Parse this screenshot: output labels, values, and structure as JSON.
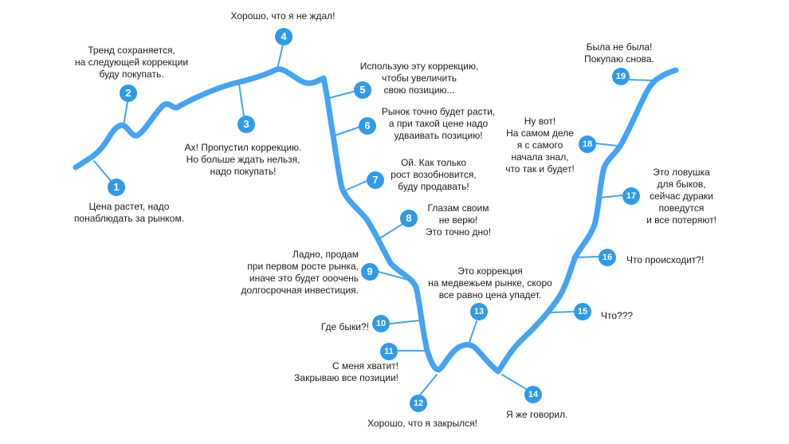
{
  "colors": {
    "curve": "#44a3f3",
    "marker": "#2f9ae8",
    "marker_text": "#ffffff",
    "note_text": "#1a1a1a"
  },
  "stages": [
    {
      "number": "1",
      "note": "Цена растет, надо\nпонаблюдать за рынком."
    },
    {
      "number": "2",
      "note": "Тренд сохраняется,\nна следующей коррекции\nбуду покупать."
    },
    {
      "number": "3",
      "note": "Ах! Пропустил коррекцию.\nНо больше ждать нельзя,\nнадо покупать!"
    },
    {
      "number": "4",
      "note": "Хорошо, что я не ждал!"
    },
    {
      "number": "5",
      "note": "Использую эту коррекцию,\nчтобы увеличить\nсвою позицию..."
    },
    {
      "number": "6",
      "note": "Рынок точно будет расти,\nа при такой цене надо\nудваивать позицию!"
    },
    {
      "number": "7",
      "note": "Ой. Как только\nрост возобновится,\nбуду продавать!"
    },
    {
      "number": "8",
      "note": "Глазам своим\nне верю!\nЭто точно дно!"
    },
    {
      "number": "9",
      "note": "Ладно, продам\nпри первом росте рынка,\nиначе это будет ооочень\nдолгосрочная инвестиция."
    },
    {
      "number": "10",
      "note": "Где быки?!"
    },
    {
      "number": "11",
      "note": "С меня хватит!\nЗакрываю все позиции!"
    },
    {
      "number": "12",
      "note": "Хорошо, что я закрылся!"
    },
    {
      "number": "13",
      "note": "Это коррекция\nна медвежьем рынке, скоро\nвсе равно цена упадет."
    },
    {
      "number": "14",
      "note": "Я же говорил."
    },
    {
      "number": "15",
      "note": "Что???"
    },
    {
      "number": "16",
      "note": "Что происходит?!"
    },
    {
      "number": "17",
      "note": "Это ловушка\nдля быков,\nсейчас дураки\nповедутся\nи все потеряют!"
    },
    {
      "number": "18",
      "note": "Ну вот!\nНа самом деле\nя с самого\nначала знал,\nчто так и будет!"
    },
    {
      "number": "19",
      "note": "Была не была!\nПокупаю снова."
    }
  ]
}
